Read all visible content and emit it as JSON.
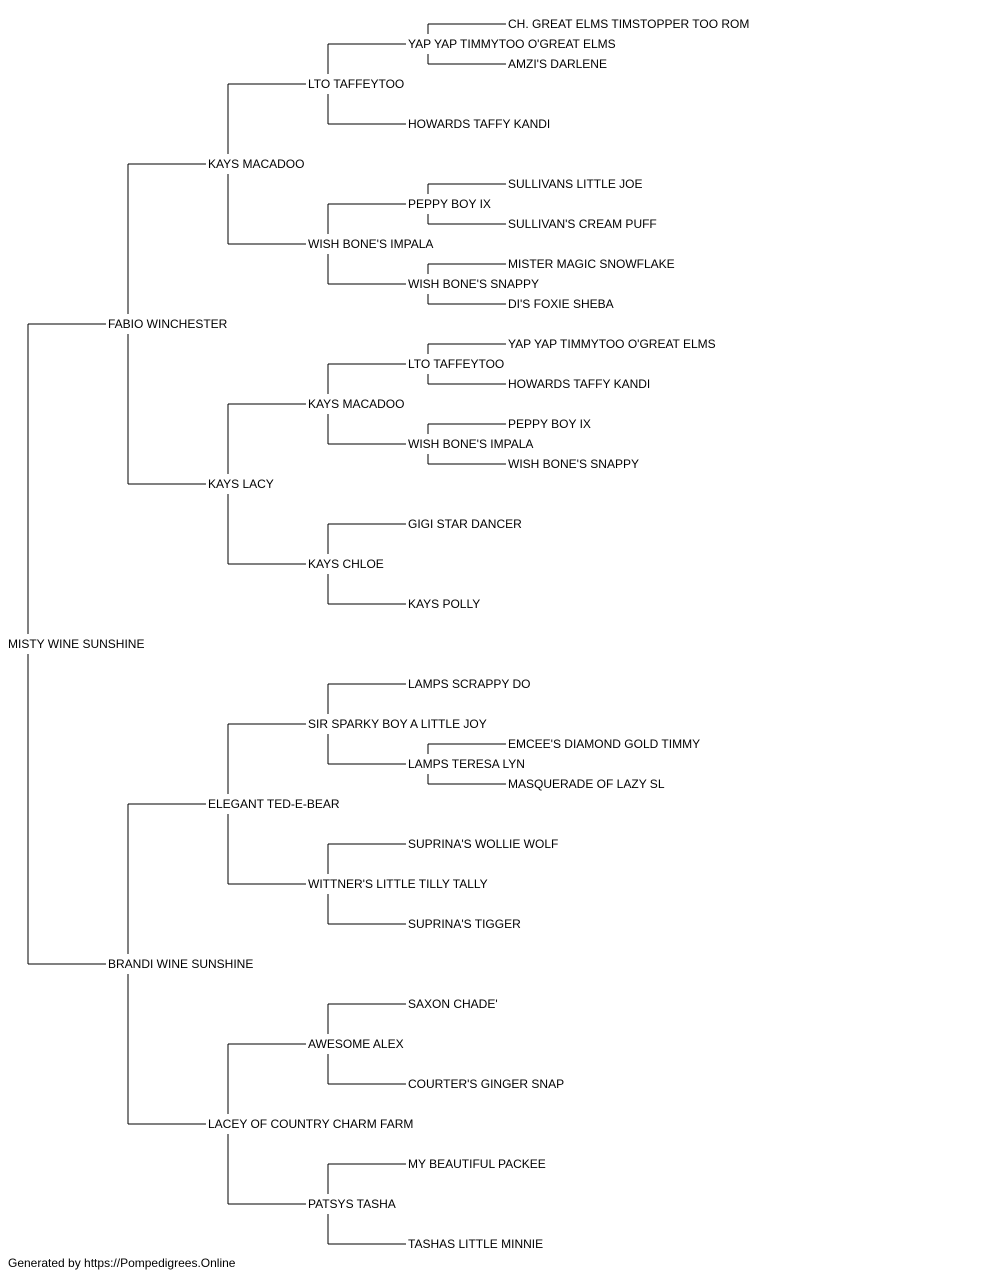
{
  "colors": {
    "text": "#000000",
    "line": "#000000",
    "highlight": "#e00000",
    "background": "#ffffff"
  },
  "pedigree": {
    "name": "MISTY WINE SUNSHINE",
    "sire": {
      "name": "FABIO WINCHESTER",
      "sire": {
        "name": "KAYS MACADOO",
        "sire": {
          "name": "LTO TAFFEYTOO",
          "sire": {
            "name": "YAP YAP TIMMYTOO O'GREAT ELMS",
            "sire": {
              "name": "CH. GREAT ELMS TIMSTOPPER TOO ROM",
              "highlight": true
            },
            "dam": {
              "name": "AMZI'S DARLENE"
            }
          },
          "dam": {
            "name": "HOWARDS TAFFY KANDI"
          }
        },
        "dam": {
          "name": "WISH BONE'S IMPALA",
          "sire": {
            "name": "PEPPY BOY IX",
            "sire": {
              "name": "SULLIVANS LITTLE JOE"
            },
            "dam": {
              "name": "SULLIVAN'S CREAM PUFF"
            }
          },
          "dam": {
            "name": "WISH BONE'S SNAPPY",
            "sire": {
              "name": "MISTER MAGIC SNOWFLAKE"
            },
            "dam": {
              "name": "DI'S FOXIE SHEBA"
            }
          }
        }
      },
      "dam": {
        "name": "KAYS LACY",
        "sire": {
          "name": "KAYS MACADOO",
          "sire": {
            "name": "LTO TAFFEYTOO",
            "sire": {
              "name": "YAP YAP TIMMYTOO O'GREAT ELMS"
            },
            "dam": {
              "name": "HOWARDS TAFFY KANDI"
            }
          },
          "dam": {
            "name": "WISH BONE'S IMPALA",
            "sire": {
              "name": "PEPPY BOY IX"
            },
            "dam": {
              "name": "WISH BONE'S SNAPPY"
            }
          }
        },
        "dam": {
          "name": "KAYS CHLOE",
          "sire": {
            "name": "GIGI STAR DANCER"
          },
          "dam": {
            "name": "KAYS POLLY"
          }
        }
      }
    },
    "dam": {
      "name": "BRANDI WINE SUNSHINE",
      "sire": {
        "name": "ELEGANT TED-E-BEAR",
        "sire": {
          "name": "SIR SPARKY BOY A LITTLE JOY",
          "sire": {
            "name": "LAMPS SCRAPPY DO"
          },
          "dam": {
            "name": "LAMPS TERESA LYN",
            "sire": {
              "name": "EMCEE'S DIAMOND GOLD TIMMY"
            },
            "dam": {
              "name": "MASQUERADE OF LAZY SL"
            }
          }
        },
        "dam": {
          "name": "WITTNER'S LITTLE TILLY TALLY",
          "sire": {
            "name": "SUPRINA'S WOLLIE WOLF"
          },
          "dam": {
            "name": "SUPRINA'S TIGGER"
          }
        }
      },
      "dam": {
        "name": "LACEY OF COUNTRY CHARM FARM",
        "sire": {
          "name": "AWESOME ALEX",
          "sire": {
            "name": "SAXON CHADE'"
          },
          "dam": {
            "name": "COURTER'S GINGER SNAP"
          }
        },
        "dam": {
          "name": "PATSYS TASHA",
          "sire": {
            "name": "MY BEAUTIFUL PACKEE"
          },
          "dam": {
            "name": "TASHAS LITTLE MINNIE"
          }
        }
      }
    }
  },
  "footer": "Generated by https://Pompedigrees.Online"
}
